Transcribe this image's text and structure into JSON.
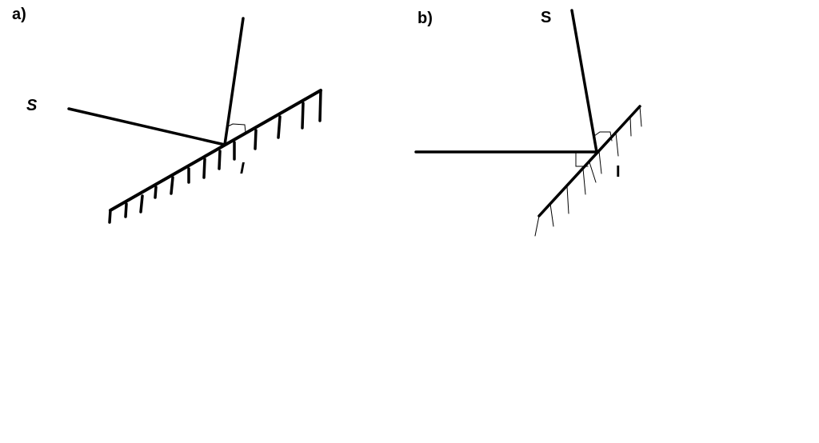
{
  "panels": [
    {
      "label": "a)",
      "source_label": "S",
      "point_label": "I"
    },
    {
      "label": "b)",
      "source_label": "S",
      "point_label": "I"
    }
  ]
}
